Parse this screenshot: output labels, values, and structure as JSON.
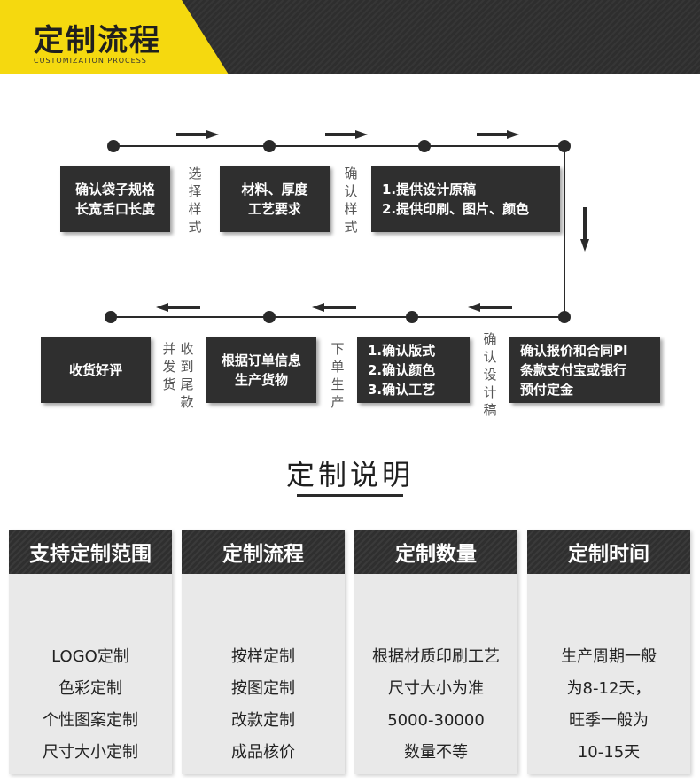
{
  "banner": {
    "title": "定制流程",
    "subtitle": "CUSTOMIZATION PROCESS",
    "accent_color": "#f5d90f",
    "dark_color": "#2e2e2e"
  },
  "process": {
    "row1": {
      "steps": [
        {
          "lines": [
            "确认袋子规格",
            "长宽舌口长度"
          ]
        },
        {
          "lines": [
            "材料、厚度",
            "工艺要求"
          ]
        },
        {
          "lines": [
            "1.提供设计原稿",
            "2.提供印刷、图片、颜色"
          ]
        }
      ],
      "connectors": [
        "选择样式",
        "确认样式"
      ]
    },
    "row2": {
      "steps": [
        {
          "lines": [
            "确认报价和合同PI",
            "条款支付宝或银行",
            "预付定金"
          ]
        },
        {
          "lines": [
            "1.确认版式",
            "2.确认颜色",
            "3.确认工艺"
          ]
        },
        {
          "lines": [
            "根据订单信息",
            "生产货物"
          ]
        },
        {
          "lines": [
            "收货好评"
          ]
        }
      ],
      "connectors": [
        "确认设计稿",
        "下单生产",
        "收到尾款",
        "并发货"
      ]
    }
  },
  "section": {
    "title": "定制说明"
  },
  "cards": [
    {
      "title": "支持定制范围",
      "items": [
        "LOGO定制",
        "色彩定制",
        "个性图案定制",
        "尺寸大小定制"
      ]
    },
    {
      "title": "定制流程",
      "items": [
        "按样定制",
        "按图定制",
        "改款定制",
        "成品核价"
      ]
    },
    {
      "title": "定制数量",
      "items": [
        "根据材质印刷工艺",
        "尺寸大小为准",
        "5000-30000",
        "数量不等"
      ]
    },
    {
      "title": "定制时间",
      "items": [
        "生产周期一般",
        "为8-12天，",
        "旺季一般为",
        "10-15天"
      ]
    }
  ]
}
